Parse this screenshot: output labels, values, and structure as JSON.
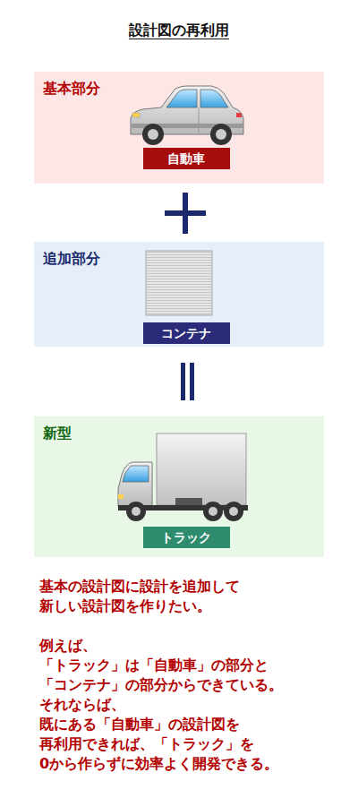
{
  "diagram": {
    "title": "設計図の再利用",
    "nodes": [
      {
        "text": [
          "基本部分"
        ]
      },
      {
        "text": [
          "自動車"
        ],
        "in": 0
      },
      {
        "text": [
          "追加部分"
        ]
      },
      {
        "text": [
          "コンテナ"
        ],
        "in": 2
      },
      {
        "text": [
          "新型"
        ]
      },
      {
        "text": [
          "トラック"
        ],
        "in": 4
      }
    ],
    "labels": [
      "基本の設計図に設計を追加して",
      "新しい設計図を作りたい。",
      "例えば、",
      "「トラック」は「自動車」の部分と",
      "「コンテナ」の部分からできている。",
      "それならば、",
      "既にある「自動車」の設計図を",
      "再利用できれば、「トラック」を",
      "0から作らずに効率よく開発できる。"
    ]
  }
}
